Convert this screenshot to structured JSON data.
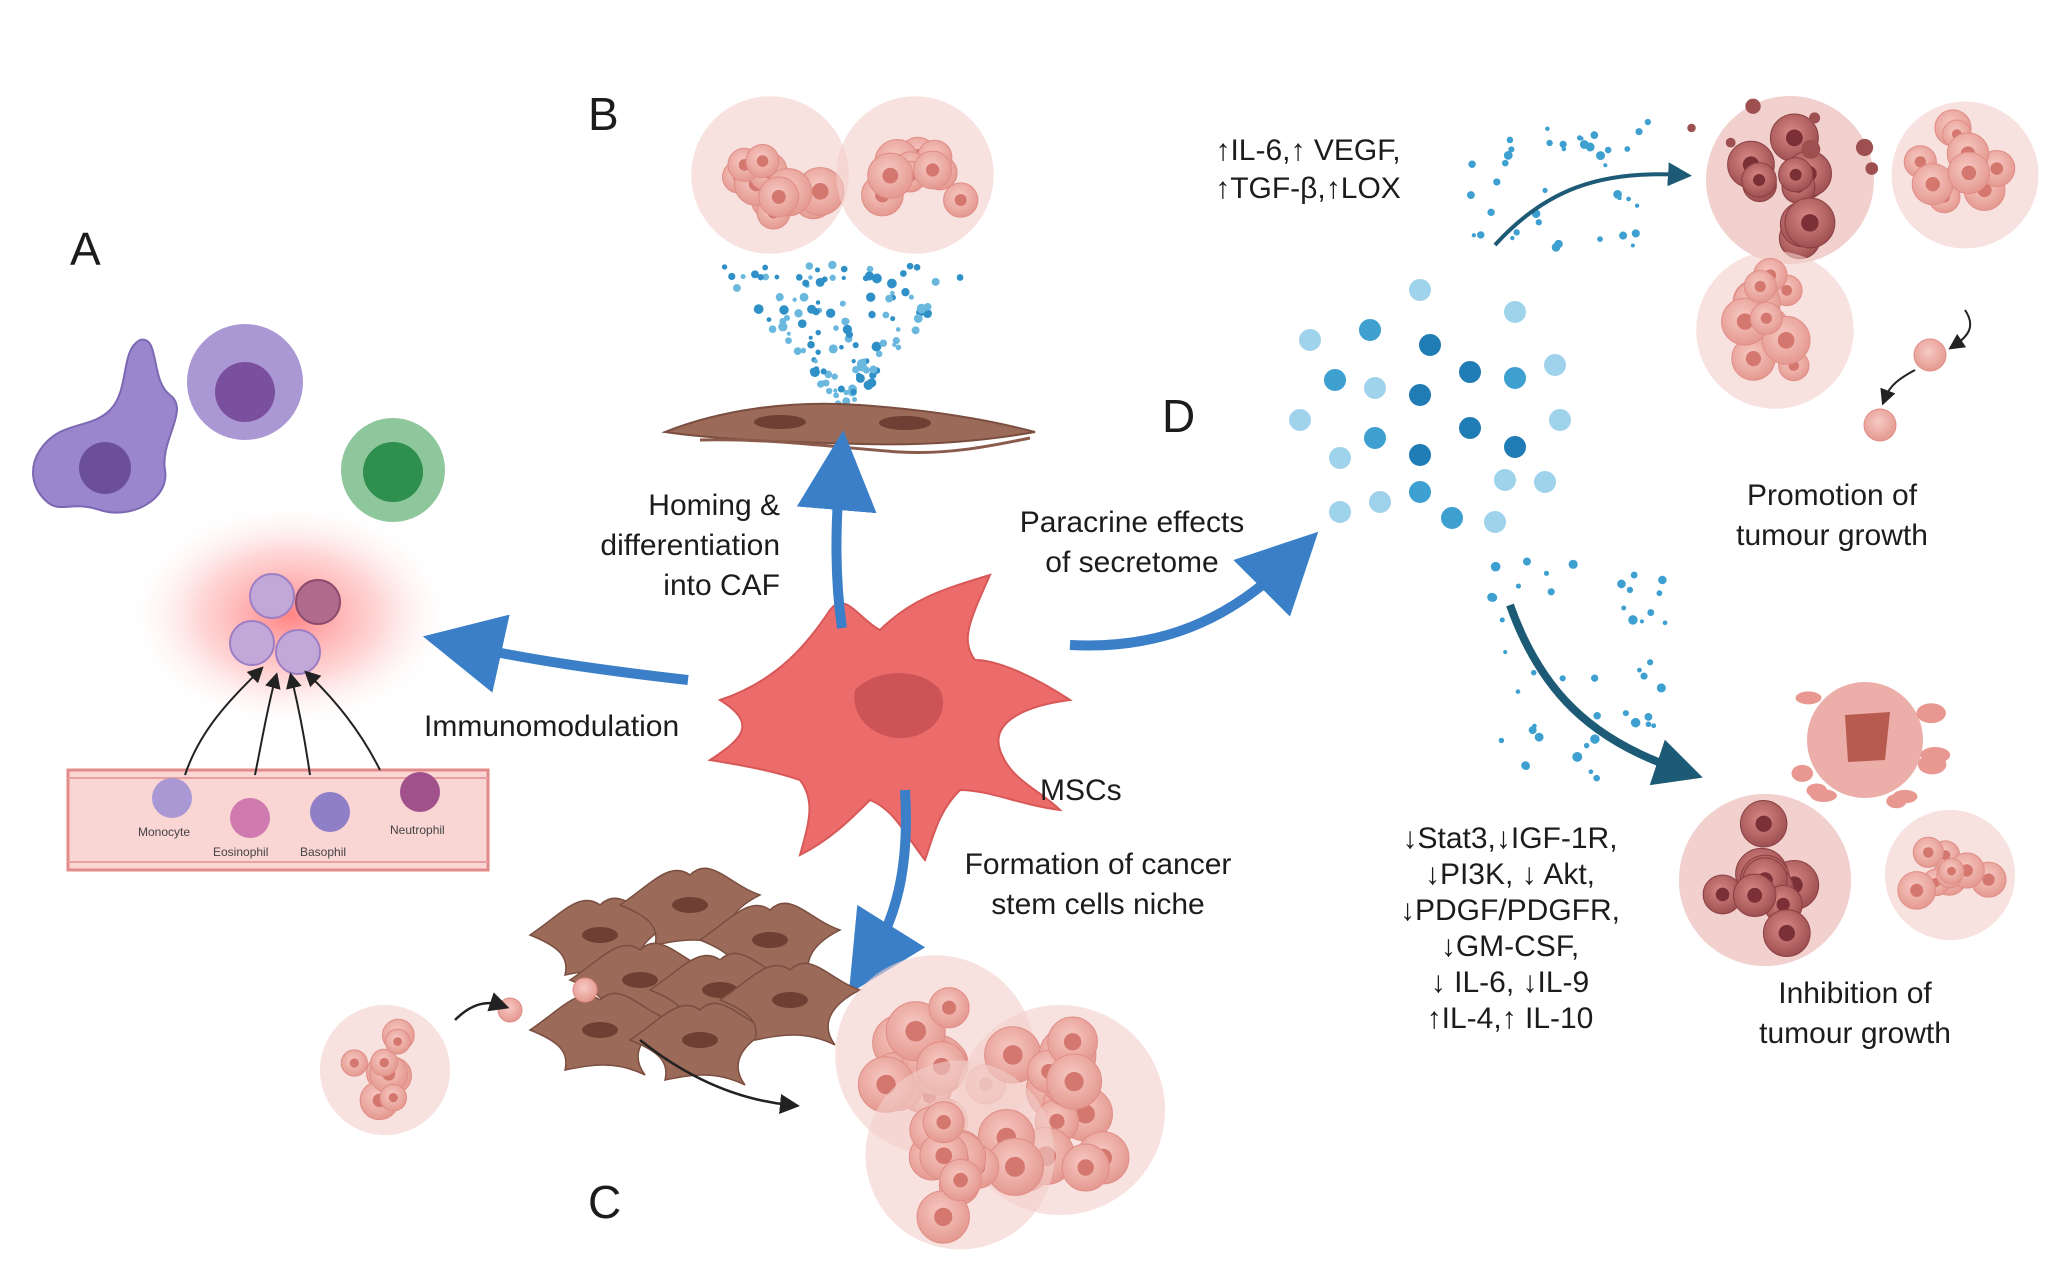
{
  "panels": {
    "a": {
      "letter": "A"
    },
    "b": {
      "letter": "B"
    },
    "c": {
      "letter": "C"
    },
    "d": {
      "letter": "D"
    }
  },
  "center": {
    "label": "MSCs"
  },
  "arrows": {
    "immunomodulation": "Immunomodulation",
    "homing": [
      "Homing &",
      "differentiation",
      "into CAF"
    ],
    "paracrine": [
      "Paracrine effects",
      "of secretome"
    ],
    "niche": [
      "Formation of cancer",
      "stem cells niche"
    ]
  },
  "vessel_cells": [
    "Monocyte",
    "Eosinophil",
    "Basophil",
    "Neutrophil"
  ],
  "promotion": {
    "factors": [
      "↑IL-6,↑ VEGF,",
      "↑TGF-β,↑LOX"
    ],
    "label": [
      "Promotion of",
      "tumour growth"
    ]
  },
  "inhibition": {
    "factors": [
      "↓Stat3,↓IGF-1R,",
      "↓PI3K, ↓ Akt,",
      "↓PDGF/PDGFR,",
      "↓GM-CSF,",
      "↓ IL-6, ↓IL-9",
      "↑IL-4,↑ IL-10"
    ],
    "label": [
      "Inhibition of",
      "tumour growth"
    ]
  },
  "colors": {
    "arrow_blue": "#3a7fc8",
    "msc_red": "#ec6b6b",
    "tumor_pink": "#e9a6a0",
    "caf_brown": "#9c6a58",
    "secretome_blue": "#3da0d0",
    "dark_teal": "#1d5a75"
  }
}
